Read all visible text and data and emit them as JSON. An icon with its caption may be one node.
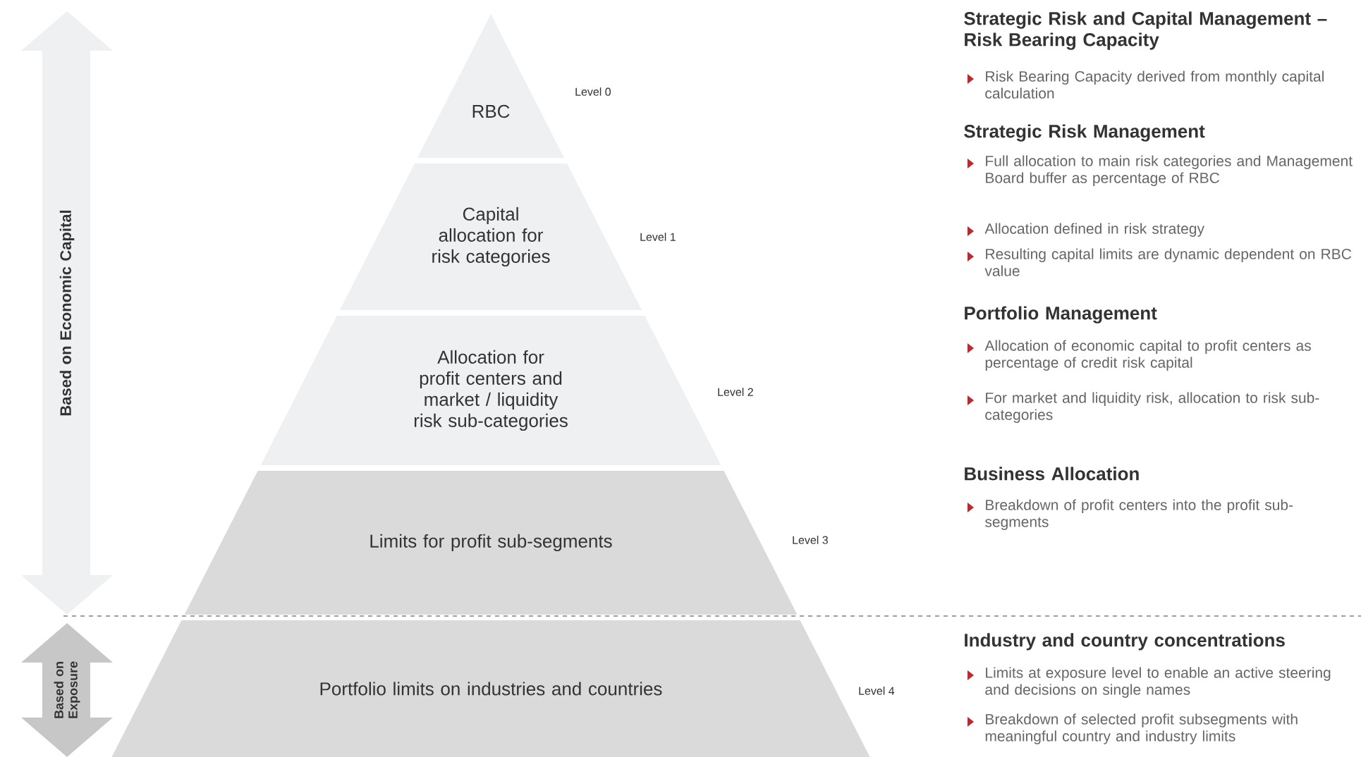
{
  "diagram": {
    "nodes": [
      {
        "text": [
          "RBC"
        ],
        "beside": [
          "Level 0"
        ]
      },
      {
        "text": [
          "Capital allocation for risk categories"
        ],
        "beside": [
          "Level 1"
        ]
      },
      {
        "text": [
          "Allocation for profit centers and market / liquidity risk sub-categories"
        ],
        "beside": [
          "Level 2"
        ]
      },
      {
        "text": [
          "Limits for profit sub-segments"
        ],
        "beside": [
          "Level 3"
        ]
      },
      {
        "text": [
          "Portfolio limits on industries and countries"
        ],
        "beside": [
          "Level 4"
        ]
      },
      {
        "text": [
          "Based on Economic Capital"
        ]
      },
      {
        "text": [
          "Based on Exposure"
        ]
      }
    ],
    "labels": [
      "Strategic Risk and Capital Management – Risk Bearing Capacity",
      "Risk Bearing Capacity derived from monthly capital calculation",
      "Strategic Risk Management",
      "Full allocation to main risk categories and Management Board buffer as percentage of RBC",
      "Allocation defined in risk strategy",
      "Resulting capital limits are dynamic dependent on RBC value",
      "Portfolio Management",
      "Allocation of economic capital to profit centers as percentage of credit risk capital",
      "For market and liquidity risk, allocation to risk sub-categories",
      "Business Allocation",
      "Breakdown of profit centers into the profit sub-segments",
      "Industry and country concentrations",
      "Limits at exposure level to enable an active steering and decisions on single names",
      "Breakdown of selected profit subsegments with meaningful country and industry limits"
    ]
  }
}
